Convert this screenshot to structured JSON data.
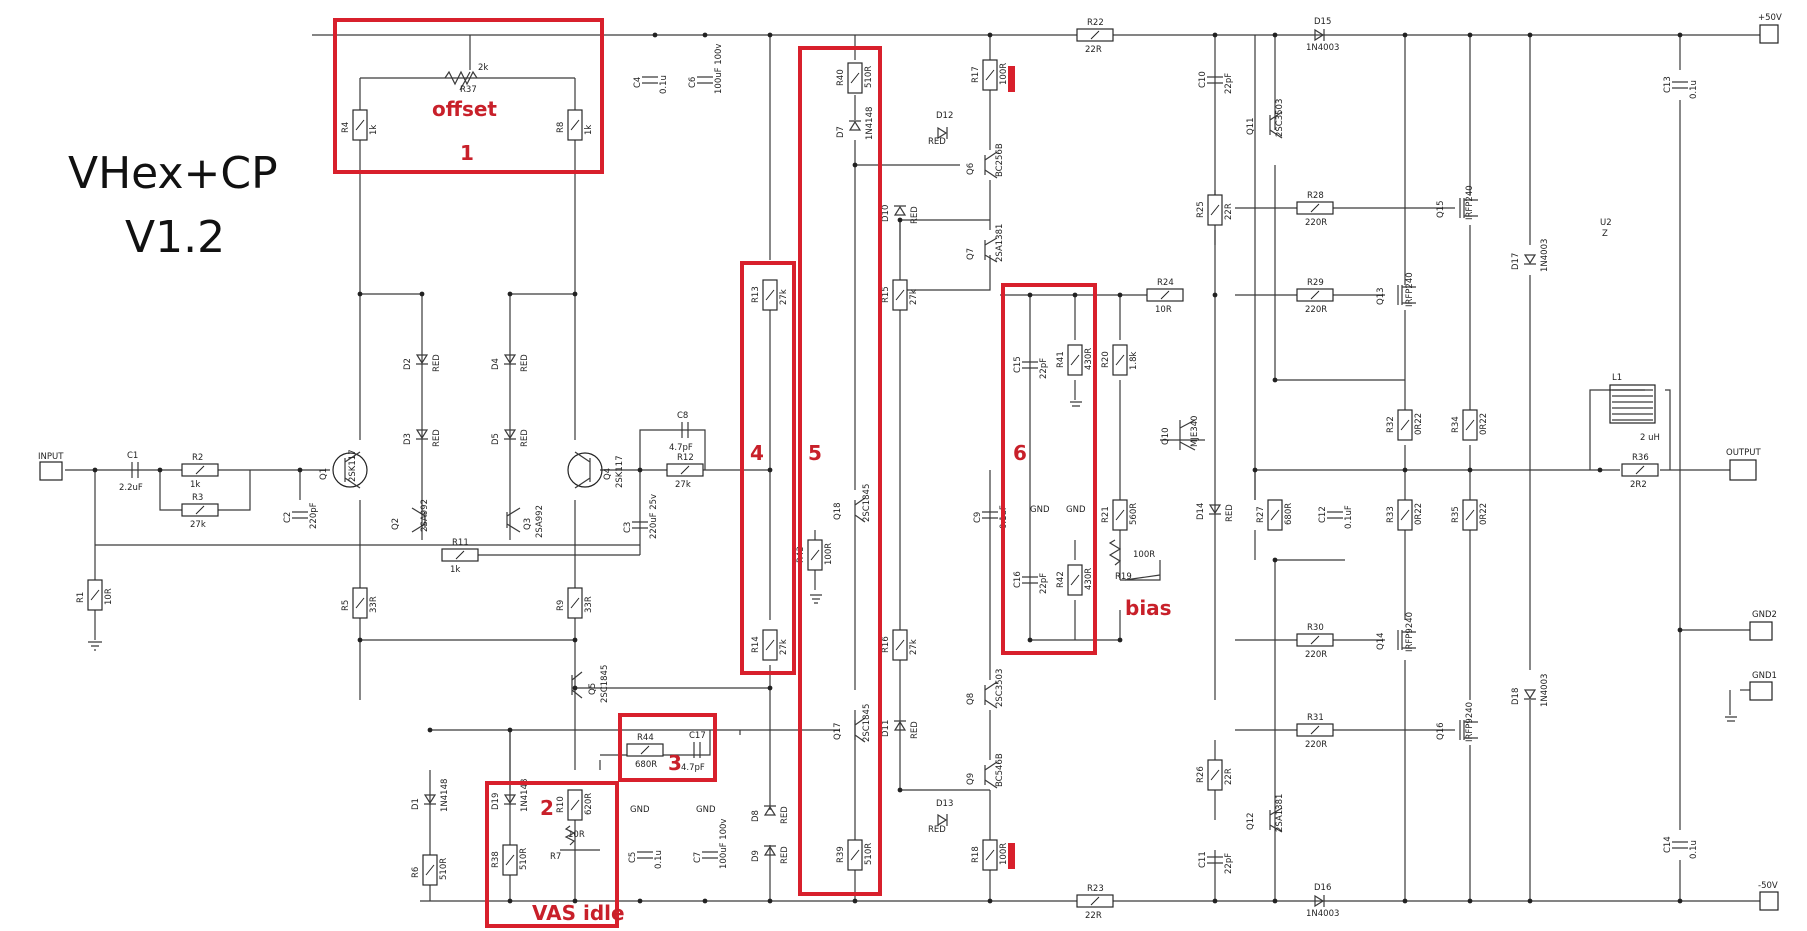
{
  "title": {
    "line1": "VHex+CP",
    "line2": "V1.2"
  },
  "annotations": {
    "n1": "1",
    "n2": "2",
    "n3": "3",
    "n4": "4",
    "n5": "5",
    "n6": "6",
    "offset": "offset",
    "vas_idle": "VAS idle",
    "bias": "bias"
  },
  "connectors": {
    "input": "INPUT",
    "output": "OUTPUT",
    "pos_rail": "+50V",
    "neg_rail": "-50V",
    "gnd1": "GND1",
    "gnd2": "GND2"
  },
  "net_labels": {
    "gnd": "GND"
  },
  "components": {
    "R1": {
      "ref": "R1",
      "val": "10R"
    },
    "R2": {
      "ref": "R2",
      "val": "1k"
    },
    "R3": {
      "ref": "R3",
      "val": "27k"
    },
    "R4": {
      "ref": "R4",
      "val": "1k"
    },
    "R5": {
      "ref": "R5",
      "val": "33R"
    },
    "R6": {
      "ref": "R6",
      "val": "510R"
    },
    "R7": {
      "ref": "R7",
      "val": "10R"
    },
    "R8": {
      "ref": "R8",
      "val": "1k"
    },
    "R9": {
      "ref": "R9",
      "val": "33R"
    },
    "R10": {
      "ref": "R10",
      "val": "620R"
    },
    "R11": {
      "ref": "R11",
      "val": "1k"
    },
    "R12": {
      "ref": "R12",
      "val": "27k"
    },
    "R13": {
      "ref": "R13",
      "val": "27k"
    },
    "R14": {
      "ref": "R14",
      "val": "27k"
    },
    "R15": {
      "ref": "R15",
      "val": "27k"
    },
    "R16": {
      "ref": "R16",
      "val": "27k"
    },
    "R17": {
      "ref": "R17",
      "val": "100R"
    },
    "R18": {
      "ref": "R18",
      "val": "100R"
    },
    "R19": {
      "ref": "R19",
      "val": "100R"
    },
    "R20": {
      "ref": "R20",
      "val": "1.8k"
    },
    "R21": {
      "ref": "R21",
      "val": "560R"
    },
    "R22": {
      "ref": "R22",
      "val": "22R"
    },
    "R23": {
      "ref": "R23",
      "val": "22R"
    },
    "R24": {
      "ref": "R24",
      "val": "10R"
    },
    "R25": {
      "ref": "R25",
      "val": "22R"
    },
    "R26": {
      "ref": "R26",
      "val": "22R"
    },
    "R27": {
      "ref": "R27",
      "val": "680R"
    },
    "R28": {
      "ref": "R28",
      "val": "220R"
    },
    "R29": {
      "ref": "R29",
      "val": "220R"
    },
    "R30": {
      "ref": "R30",
      "val": "220R"
    },
    "R31": {
      "ref": "R31",
      "val": "220R"
    },
    "R32": {
      "ref": "R32",
      "val": "0R22"
    },
    "R33": {
      "ref": "R33",
      "val": "0R22"
    },
    "R34": {
      "ref": "R34",
      "val": "0R22"
    },
    "R35": {
      "ref": "R35",
      "val": "0R22"
    },
    "R36": {
      "ref": "R36",
      "val": "2R2"
    },
    "R37": {
      "ref": "R37",
      "val": "2k"
    },
    "R38": {
      "ref": "R38",
      "val": "510R"
    },
    "R39": {
      "ref": "R39",
      "val": "510R"
    },
    "R40": {
      "ref": "R40",
      "val": "510R"
    },
    "R41": {
      "ref": "R41",
      "val": "430R"
    },
    "R42": {
      "ref": "R42",
      "val": "430R"
    },
    "R43": {
      "ref": "R43",
      "val": "100R"
    },
    "R44": {
      "ref": "R44",
      "val": "680R"
    },
    "C1": {
      "ref": "C1",
      "val": "2.2uF"
    },
    "C2": {
      "ref": "C2",
      "val": "220pF"
    },
    "C3": {
      "ref": "C3",
      "val": "220uF 25v"
    },
    "C4": {
      "ref": "C4",
      "val": "0.1u"
    },
    "C5": {
      "ref": "C5",
      "val": "0.1u"
    },
    "C6": {
      "ref": "C6",
      "val": "100uF 100v"
    },
    "C7": {
      "ref": "C7",
      "val": "100uF 100v"
    },
    "C8": {
      "ref": "C8",
      "val": "4.7pF"
    },
    "C9": {
      "ref": "C9",
      "val": "0.1uF"
    },
    "C10": {
      "ref": "C10",
      "val": "22pF"
    },
    "C11": {
      "ref": "C11",
      "val": "22pF"
    },
    "C12": {
      "ref": "C12",
      "val": "0.1uF"
    },
    "C13": {
      "ref": "C13",
      "val": "0.1u"
    },
    "C14": {
      "ref": "C14",
      "val": "0.1u"
    },
    "C15": {
      "ref": "C15",
      "val": "22pF"
    },
    "C16": {
      "ref": "C16",
      "val": "22pF"
    },
    "C17": {
      "ref": "C17",
      "val": "4.7pF"
    },
    "D1": {
      "ref": "D1",
      "val": "1N4148"
    },
    "D2": {
      "ref": "D2",
      "val": "RED"
    },
    "D3": {
      "ref": "D3",
      "val": "RED"
    },
    "D4": {
      "ref": "D4",
      "val": "RED"
    },
    "D5": {
      "ref": "D5",
      "val": "RED"
    },
    "D7": {
      "ref": "D7",
      "val": "1N4148"
    },
    "D8": {
      "ref": "D8",
      "val": "RED"
    },
    "D9": {
      "ref": "D9",
      "val": "RED"
    },
    "D10": {
      "ref": "D10",
      "val": "RED"
    },
    "D11": {
      "ref": "D11",
      "val": "RED"
    },
    "D12": {
      "ref": "D12",
      "val": "RED"
    },
    "D13": {
      "ref": "D13",
      "val": "RED"
    },
    "D14": {
      "ref": "D14",
      "val": "RED"
    },
    "D15": {
      "ref": "D15",
      "val": "1N4003"
    },
    "D16": {
      "ref": "D16",
      "val": "1N4003"
    },
    "D17": {
      "ref": "D17",
      "val": "1N4003"
    },
    "D18": {
      "ref": "D18",
      "val": "1N4003"
    },
    "D19": {
      "ref": "D19",
      "val": "1N4148"
    },
    "Q1": {
      "ref": "Q1",
      "val": "2SK117"
    },
    "Q2": {
      "ref": "Q2",
      "val": "2SA992"
    },
    "Q3": {
      "ref": "Q3",
      "val": "2SA992"
    },
    "Q4": {
      "ref": "Q4",
      "val": "2SK117"
    },
    "Q5": {
      "ref": "Q5",
      "val": "2SC1845"
    },
    "Q6": {
      "ref": "Q6",
      "val": "BC256B"
    },
    "Q7": {
      "ref": "Q7",
      "val": "2SA1381"
    },
    "Q8": {
      "ref": "Q8",
      "val": "2SC3503"
    },
    "Q9": {
      "ref": "Q9",
      "val": "BC546B"
    },
    "Q10": {
      "ref": "Q10",
      "val": "MJE340"
    },
    "Q11": {
      "ref": "Q11",
      "val": "2SC3503"
    },
    "Q12": {
      "ref": "Q12",
      "val": "2SA1381"
    },
    "Q13": {
      "ref": "Q13",
      "val": "IRFP240"
    },
    "Q14": {
      "ref": "Q14",
      "val": "IRFP9240"
    },
    "Q15": {
      "ref": "Q15",
      "val": "IRFP240"
    },
    "Q16": {
      "ref": "Q16",
      "val": "IRFP9240"
    },
    "Q17": {
      "ref": "Q17",
      "val": "2SC1845"
    },
    "Q18": {
      "ref": "Q18",
      "val": "2SC1845"
    },
    "L1": {
      "ref": "L1",
      "val": "2 uH"
    },
    "U2": {
      "ref": "U2",
      "val": "Z"
    }
  }
}
